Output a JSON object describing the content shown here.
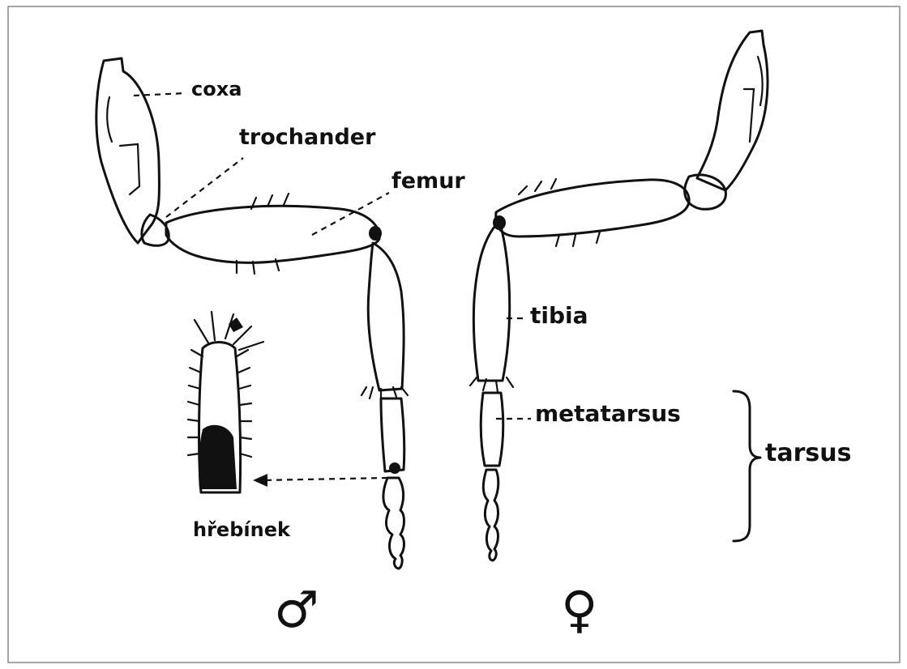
{
  "diagram": {
    "labels": {
      "coxa": "coxa",
      "trochanter": "trochander",
      "femur": "femur",
      "tibia": "tibia",
      "metatarsus": "metatarsus",
      "tarsus": "tarsus",
      "comb": "hřebínek"
    },
    "symbols": {
      "male": "♂",
      "female": "♀"
    },
    "ink_color": "#111111",
    "background": "#ffffff"
  }
}
